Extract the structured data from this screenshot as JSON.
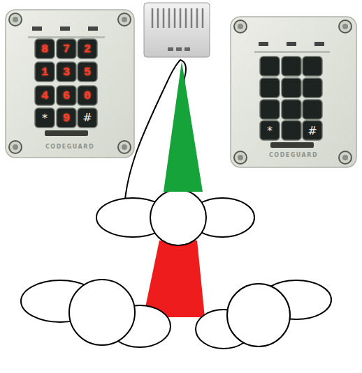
{
  "diagram": {
    "labels": [
      "8",
      "7",
      "2",
      "1",
      "3",
      "5",
      "4",
      "6",
      "0",
      "*",
      "9",
      "#",
      "CODEGUARD",
      "*",
      "#",
      "CODEGUARD"
    ]
  }
}
